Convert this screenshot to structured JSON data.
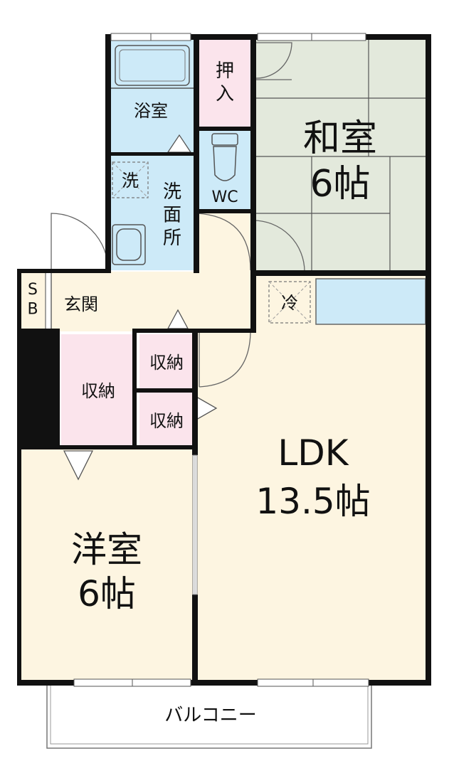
{
  "rooms": {
    "washitsu": {
      "name": "和室",
      "size": "6帖"
    },
    "ldk": {
      "name": "LDK",
      "size": "13.5帖"
    },
    "youshitsu": {
      "name": "洋室",
      "size": "6帖"
    },
    "bath": {
      "name": "浴室"
    },
    "washroom": {
      "name": "洗面所"
    },
    "wc": {
      "name": "WC"
    },
    "oshiire": {
      "name": "押入"
    },
    "genkan": {
      "name": "玄関"
    },
    "sb": {
      "name": "SB"
    },
    "storage_big": {
      "name": "収納"
    },
    "storage_top": {
      "name": "収納"
    },
    "storage_bottom": {
      "name": "収納"
    },
    "balcony": {
      "name": "バルコニー"
    }
  },
  "fixtures": {
    "washer": "洗",
    "fridge": "冷"
  },
  "colors": {
    "wall": "#111111",
    "wet_area": "#cdeaf8",
    "tatami": "#e3e9dc",
    "floor": "#fdf5e1",
    "storage": "#fbe4ec",
    "line": "#666666"
  }
}
